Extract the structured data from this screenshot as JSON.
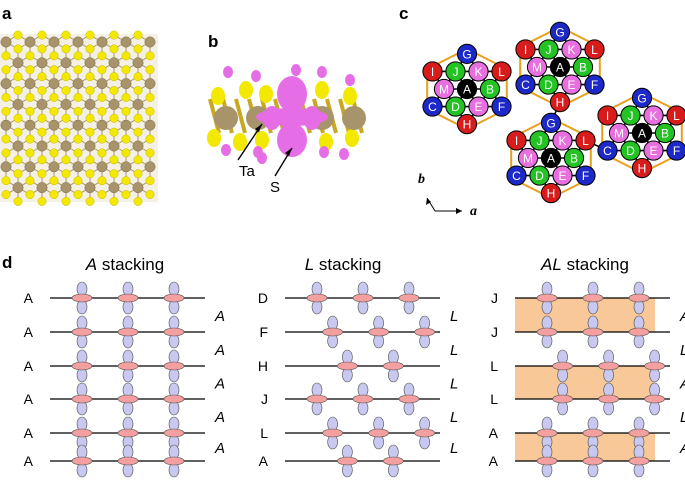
{
  "panels": {
    "a": {
      "label": "a"
    },
    "b": {
      "label": "b",
      "annotations": [
        "Ta",
        "S"
      ]
    },
    "c": {
      "label": "c",
      "axis_a": "a",
      "axis_b": "b"
    },
    "d": {
      "label": "d"
    }
  },
  "stackings": [
    {
      "title_italic": "A",
      "title_rest": " stacking",
      "rows": [
        "A",
        "A",
        "A",
        "A",
        "A",
        "A"
      ],
      "side": [
        "A",
        "A",
        "A",
        "A",
        "A"
      ],
      "offsets": [
        0,
        0,
        0,
        0,
        0,
        0
      ],
      "bands": []
    },
    {
      "title_italic": "L",
      "title_rest": " stacking",
      "rows": [
        "D",
        "F",
        "H",
        "J",
        "L",
        "A"
      ],
      "side": [
        "L",
        "L",
        "L",
        "L",
        "L"
      ],
      "offsets": [
        0,
        -0.66,
        0.66,
        0,
        -0.66,
        0.66
      ],
      "bands": []
    },
    {
      "title_italic": "AL",
      "title_rest": " stacking",
      "rows": [
        "J",
        "J",
        "L",
        "L",
        "A",
        "A"
      ],
      "side": [
        "A",
        "L",
        "A",
        "L",
        "A"
      ],
      "offsets": [
        0,
        0,
        -0.66,
        -0.66,
        0,
        0
      ],
      "bands": [
        0,
        2,
        4
      ]
    }
  ],
  "lattice_legend": {
    "colors": {
      "A": "#000000",
      "B": "#22c322",
      "C": "#1c28c8",
      "D": "#22c322",
      "E": "#e86fe0",
      "F": "#1c28c8",
      "G": "#1c28c8",
      "H": "#d81c1c",
      "I": "#d81c1c",
      "J": "#22c322",
      "K": "#e86fe0",
      "L": "#d81c1c",
      "M": "#e86fe0"
    },
    "clusters": [
      {
        "nodes": [
          "G",
          "I",
          "J",
          "K",
          "L",
          "M",
          "A",
          "B",
          "C",
          "D",
          "E",
          "F",
          "H"
        ]
      },
      {
        "nodes": [
          "G",
          "I",
          "J",
          "K",
          "L",
          "M",
          "A",
          "B",
          "C",
          "D",
          "E",
          "F",
          "H"
        ]
      },
      {
        "nodes": [
          "G",
          "I",
          "J",
          "K",
          "L",
          "M",
          "A",
          "B",
          "C",
          "D",
          "E",
          "F",
          "H"
        ]
      },
      {
        "nodes": [
          "G",
          "I",
          "J",
          "K",
          "L",
          "M",
          "A",
          "B",
          "C",
          "D",
          "E",
          "F",
          "H"
        ]
      }
    ]
  },
  "colors": {
    "ta_atom": "#a8946a",
    "s_atom": "#f2e800",
    "orbital_lobe": "#e56ee6",
    "pz_lobe": "#c8c8f0",
    "dz_lobe": "#f4a0a0",
    "band": "#f8c898",
    "bond": "#e8a020"
  }
}
